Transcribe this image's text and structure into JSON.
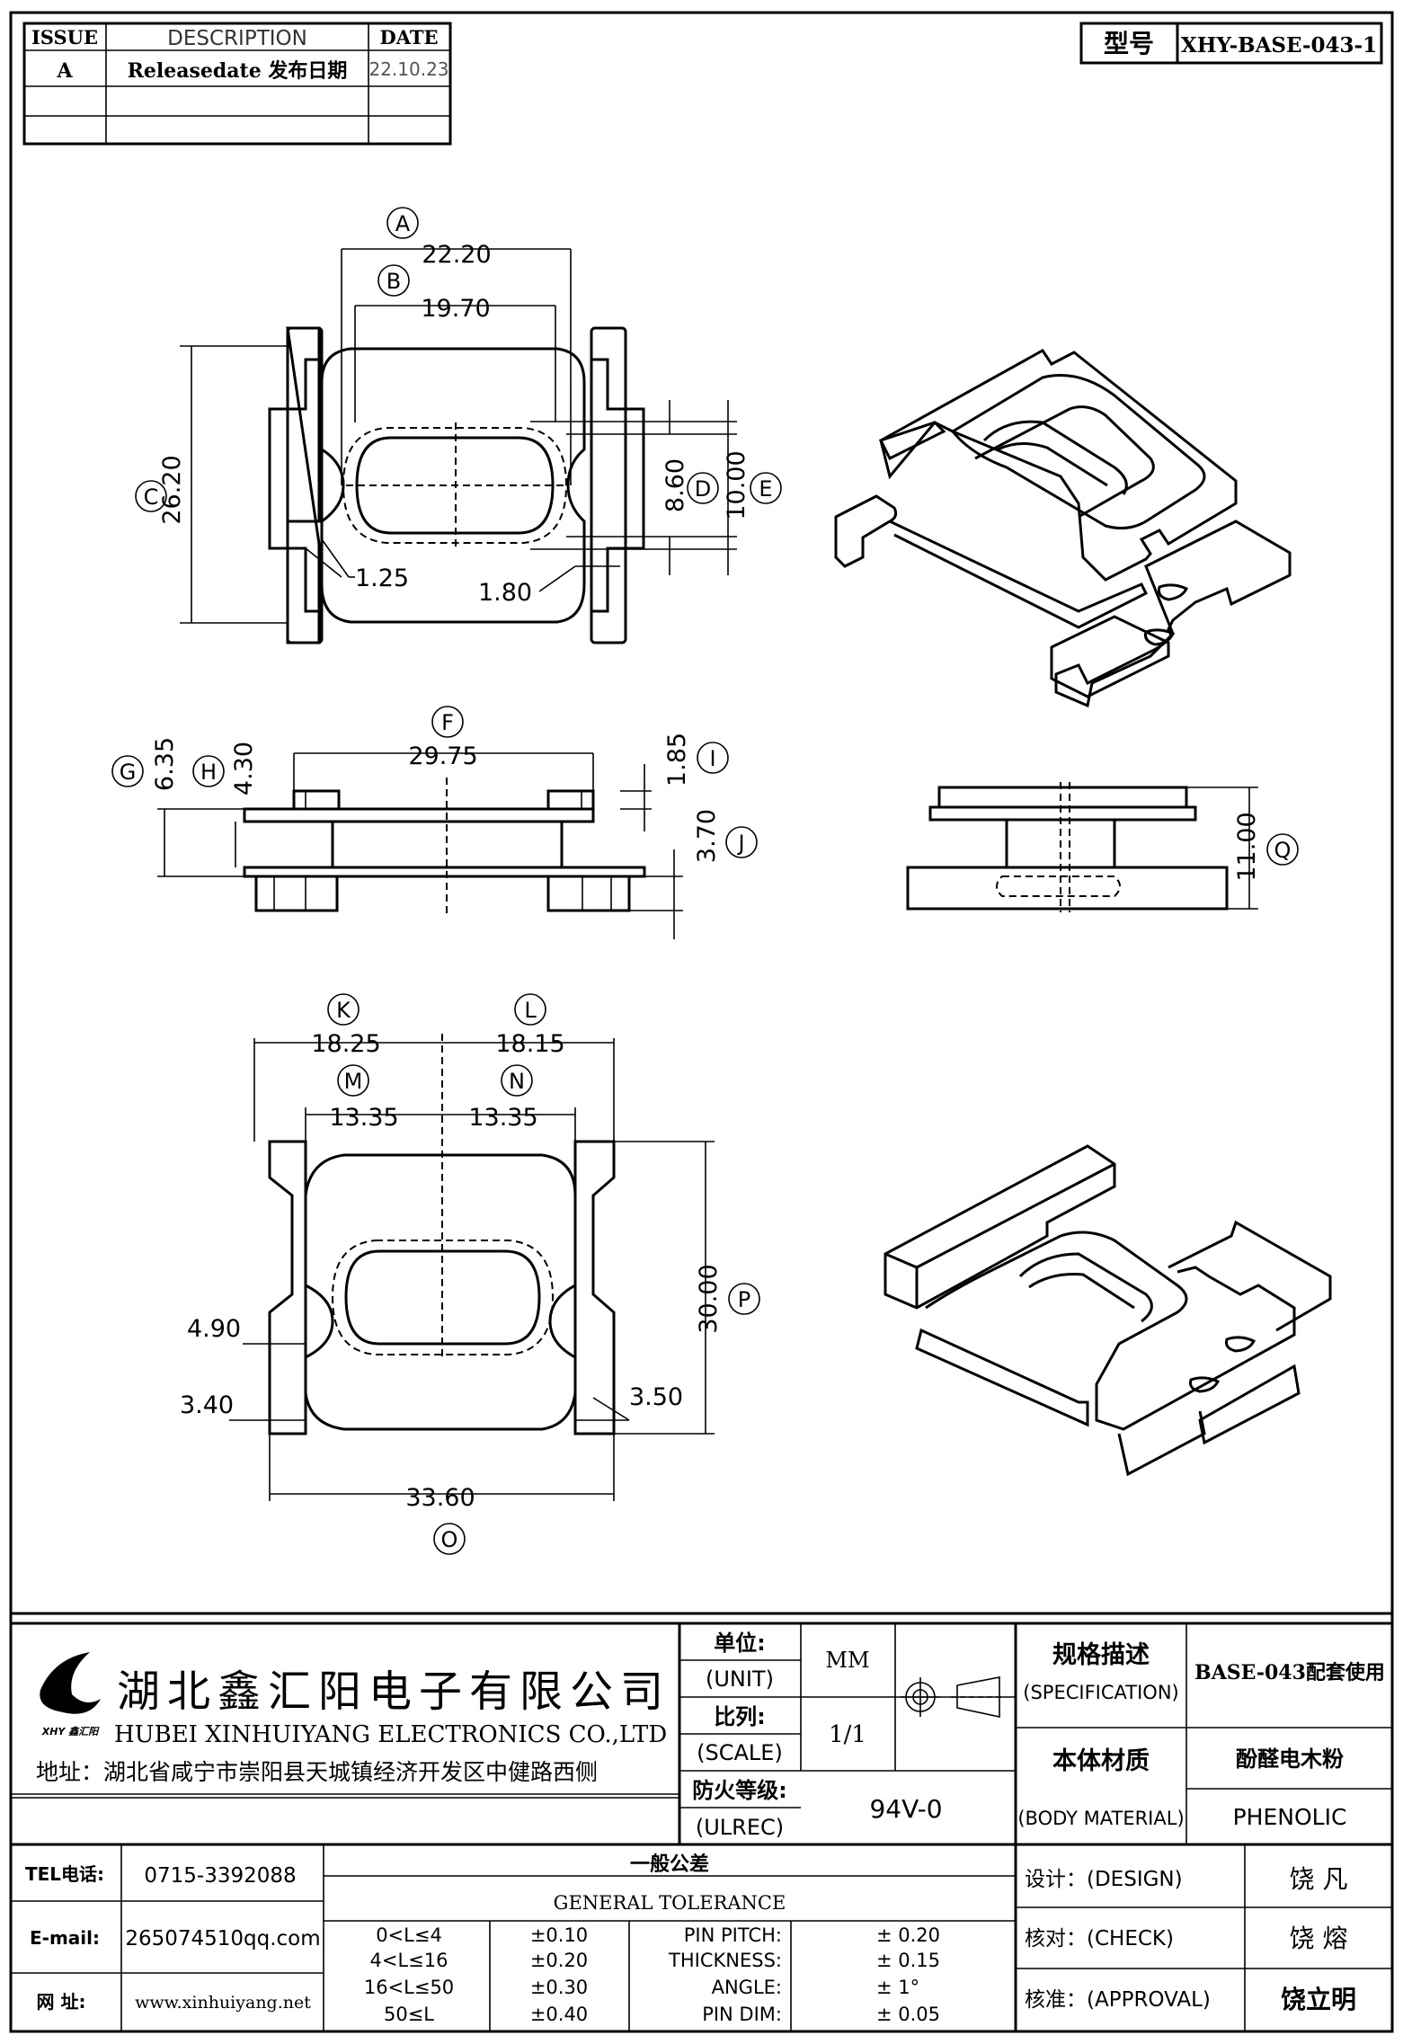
{
  "revision_table": {
    "headers": [
      "ISSUE",
      "DESCRIPTION",
      "DATE"
    ],
    "rows": [
      {
        "issue": "A",
        "description": "Releasedate 发布日期",
        "date": "22.10.23"
      },
      {
        "issue": "",
        "description": "",
        "date": ""
      },
      {
        "issue": "",
        "description": "",
        "date": ""
      }
    ]
  },
  "model": {
    "label": "型号",
    "value": "XHY-BASE-043-1"
  },
  "top_view": {
    "A": {
      "letter": "A",
      "value": "22.20"
    },
    "B": {
      "letter": "B",
      "value": "19.70"
    },
    "C": {
      "letter": "C",
      "value": "26.20"
    },
    "D": {
      "letter": "D",
      "value": "8.60"
    },
    "E": {
      "letter": "E",
      "value": "10.00"
    },
    "w1": "1.25",
    "w2": "1.80"
  },
  "side_view": {
    "F": {
      "letter": "F",
      "value": "29.75"
    },
    "G": {
      "letter": "G",
      "value": "6.35"
    },
    "H": {
      "letter": "H",
      "value": "4.30"
    },
    "I": {
      "letter": "I",
      "value": "1.85"
    },
    "J": {
      "letter": "J",
      "value": "3.70"
    },
    "Q": {
      "letter": "Q",
      "value": "11.00"
    }
  },
  "bottom_view": {
    "K": {
      "letter": "K",
      "value": "18.25"
    },
    "L": {
      "letter": "L",
      "value": "18.15"
    },
    "M": {
      "letter": "M",
      "value": "13.35"
    },
    "N": {
      "letter": "N",
      "value": "13.35"
    },
    "P": {
      "letter": "P",
      "value": "30.00"
    },
    "O": {
      "letter": "O",
      "value": "33.60"
    },
    "w1": "4.90",
    "w2": "3.40",
    "w3": "3.50"
  },
  "company": {
    "logo_text": "XHY 鑫汇阳",
    "name_cn": "湖北鑫汇阳电子有限公司",
    "name_en": "HUBEI XINHUIYANG ELECTRONICS CO.,LTD",
    "address": "地址：湖北省咸宁市崇阳县天城镇经济开发区中健路西侧"
  },
  "specs": {
    "unit_cn": "单位:",
    "unit_en": "(UNIT)",
    "unit_value": "MM",
    "scale_cn": "比列:",
    "scale_en": "(SCALE)",
    "scale_value": "1/1",
    "ul_cn": "防火等级:",
    "ul_en": "(ULREC)",
    "ul_value": "94V-0",
    "spec_cn": "规格描述",
    "spec_en": "(SPECIFICATION)",
    "spec_value": "BASE-043配套使用",
    "material_cn": "本体材质",
    "material_en": "(BODY MATERIAL)",
    "material_value_cn": "酚醛电木粉",
    "material_value_en": "PHENOLIC"
  },
  "contact": {
    "tel_label": "TEL电话:",
    "tel": "0715-3392088",
    "email_label": "E-mail:",
    "email": "265074510qq.com",
    "web_label": "网  址:",
    "web": "www.xinhuiyang.net"
  },
  "tolerance": {
    "title_cn": "一般公差",
    "title_en": "GENERAL TOLERANCE",
    "ranges": [
      {
        "range": "0<L≤4",
        "tol": "±0.10"
      },
      {
        "range": "4<L≤16",
        "tol": "±0.20"
      },
      {
        "range": "16<L≤50",
        "tol": "±0.30"
      },
      {
        "range": "50≤L",
        "tol": "±0.40"
      }
    ],
    "items": [
      {
        "label": "PIN PITCH:",
        "value": "±  0.20"
      },
      {
        "label": "THICKNESS:",
        "value": "±  0.15"
      },
      {
        "label": "ANGLE:",
        "value": "±  1°"
      },
      {
        "label": "PIN DIM:",
        "value": "±  0.05"
      }
    ]
  },
  "approvals": [
    {
      "label": "设计：(DESIGN)",
      "name": "饶  凡"
    },
    {
      "label": "核对：(CHECK)",
      "name": "饶  熔"
    },
    {
      "label": "核准：(APPROVAL)",
      "name": "饶立明"
    }
  ]
}
